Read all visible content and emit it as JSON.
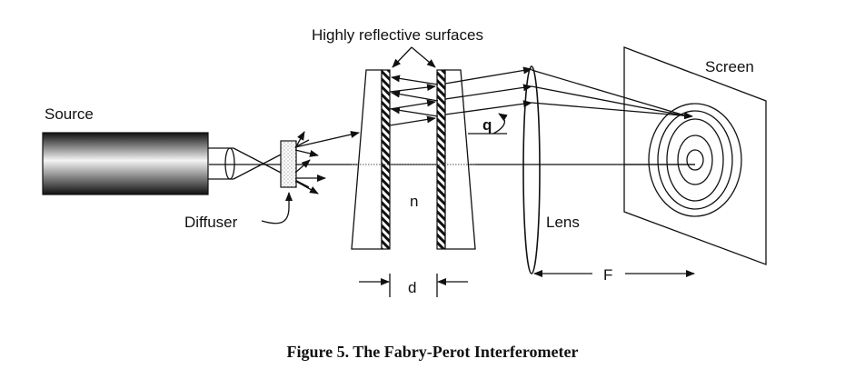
{
  "diagram": {
    "labels": {
      "source": "Source",
      "diffuser": "Diffuser",
      "surfaces": "Highly reflective surfaces",
      "medium": "n",
      "angle": "q",
      "lens": "Lens",
      "screen": "Screen",
      "spacing": "d",
      "focal": "F"
    },
    "components": [
      "source",
      "collimating-lens",
      "diffuser",
      "etalon-plate-left",
      "etalon-plate-right",
      "focusing-lens",
      "screen"
    ],
    "ring_count": 5
  },
  "caption": "Figure 5.  The Fabry-Perot Interferometer"
}
